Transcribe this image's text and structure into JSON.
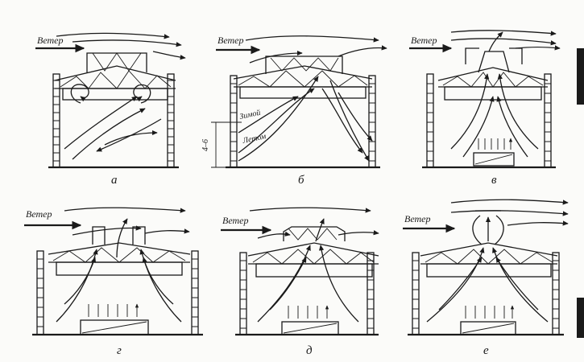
{
  "wind_label": "Ветер",
  "winter_label": "Зимой",
  "summer_label": "Летом",
  "height_label": "4–6",
  "panels": [
    {
      "caption": "а",
      "variant": "a"
    },
    {
      "caption": "б",
      "variant": "b"
    },
    {
      "caption": "в",
      "variant": "c"
    },
    {
      "caption": "г",
      "variant": "d"
    },
    {
      "caption": "д",
      "variant": "e"
    },
    {
      "caption": "е",
      "variant": "f"
    }
  ],
  "colors": {
    "ink": "#1a1a1a",
    "paper": "#fbfbf9"
  }
}
